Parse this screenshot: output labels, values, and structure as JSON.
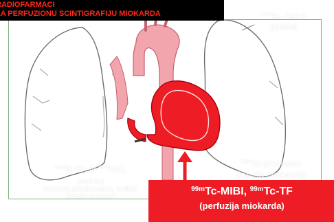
{
  "title": {
    "line1": "RADIOFARMACI",
    "line2": "ZA PERFUZIONU SCINTIGRAFIJU MIOKARDA"
  },
  "labels": {
    "maa": {
      "isotope": "99m",
      "name": "Tc - MAA",
      "note": "(pluća)"
    },
    "ery": {
      "iso1": "99m",
      "name1": "Tc-Er. ili ",
      "iso2": "99m",
      "name2": "TcO",
      "sub": "4",
      "note1": "(sadržaj",
      "note2": "komora, predkomora, velikih",
      "note3": "krvnih sudova)"
    },
    "pirofosfat": {
      "isotope": "99m",
      "name": "Tc-pirofosfat",
      "note": "(infarkt miokarda)"
    }
  },
  "callout": {
    "iso1": "99m",
    "name1": "Tc-MIBI, ",
    "iso2": "99m",
    "name2": "Tc-TF",
    "note": "(perfuzija miokarda)"
  },
  "colors": {
    "title_background": "#000000",
    "title_text": "#ff2a1a",
    "callout_background": "#ee1c24",
    "heart_fill": "#ee1c24",
    "vessel_fill": "#f2a5ad",
    "arrow": "#ee1c24"
  }
}
